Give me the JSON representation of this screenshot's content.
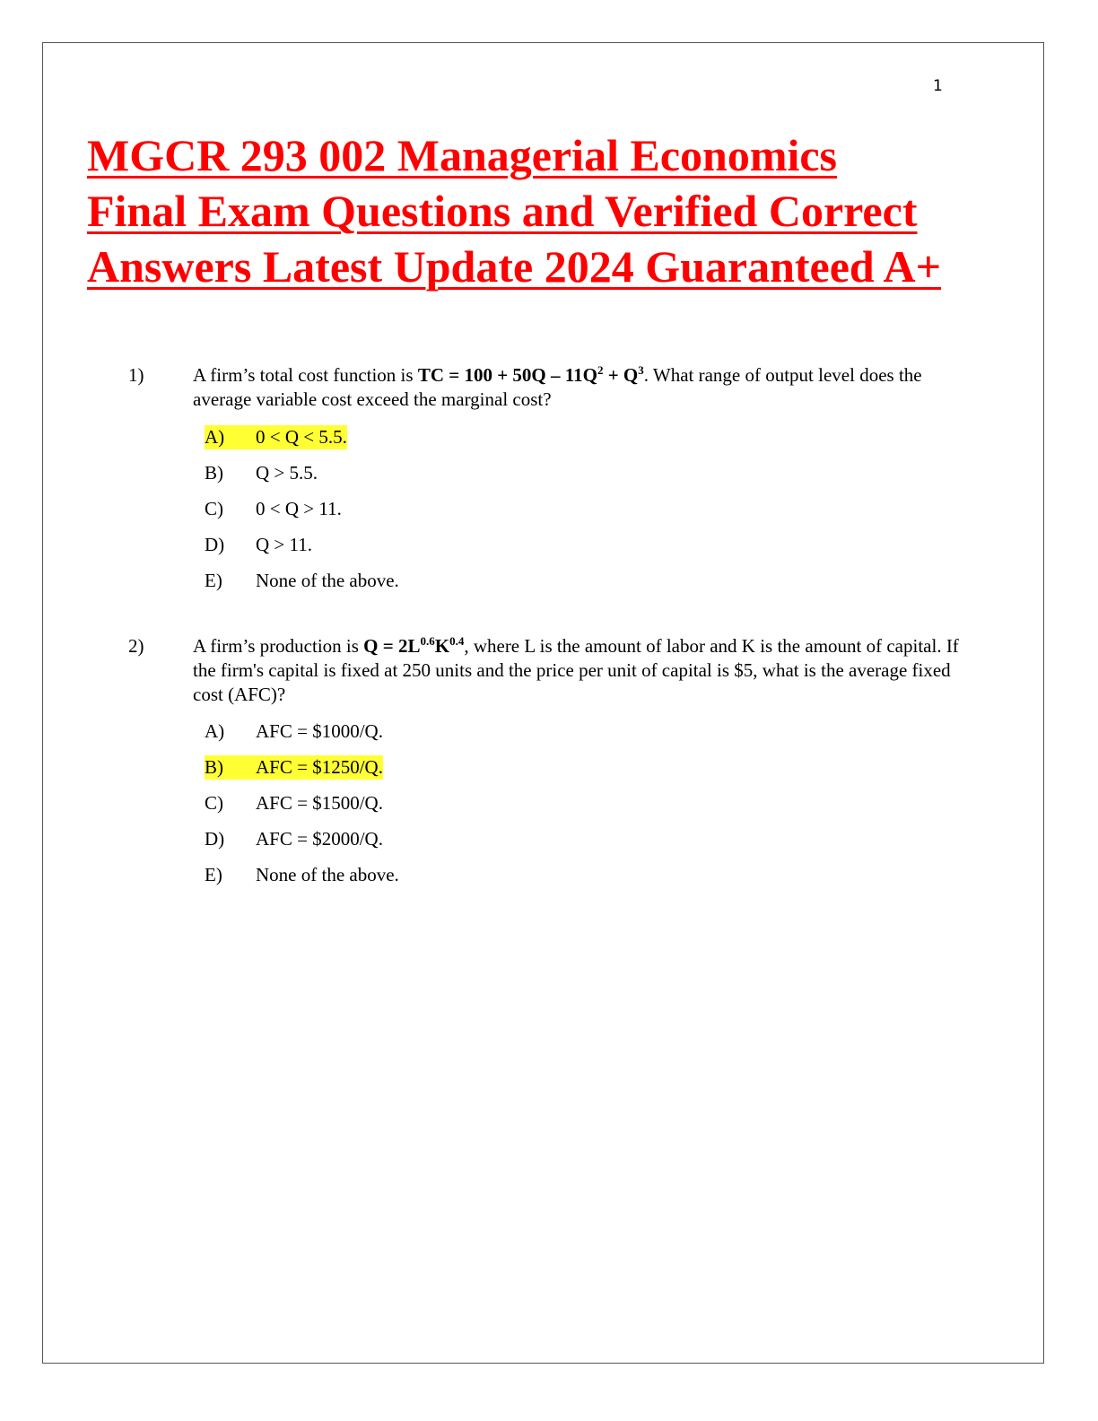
{
  "page": {
    "number": "1"
  },
  "title": {
    "line1": "MGCR 293 002 Managerial Economics ",
    "line2": "Final Exam Questions and Verified Correct ",
    "line3": "Answers Latest Update 2024 Guaranteed A+"
  },
  "questions": [
    {
      "number": "1)",
      "text_parts": {
        "p1": "A firm’s total cost function is ",
        "formula_a": "TC = 100 + 50Q – 11Q",
        "sup_a": "2",
        "formula_b": " + Q",
        "sup_b": "3",
        "p2": ". What range of output level does the average variable cost exceed the marginal cost?"
      },
      "options": [
        {
          "letter": "A)",
          "text": "0 < Q < 5.5.",
          "highlighted": true
        },
        {
          "letter": "B)",
          "text": "Q > 5.5.",
          "highlighted": false
        },
        {
          "letter": "C)",
          "text": "0 < Q > 11.",
          "highlighted": false
        },
        {
          "letter": "D)",
          "text": "Q > 11.",
          "highlighted": false
        },
        {
          "letter": "E)",
          "text": "None of the above.",
          "highlighted": false
        }
      ]
    },
    {
      "number": "2)",
      "text_parts": {
        "p1": "A firm’s production is ",
        "formula_a": "Q = 2L",
        "sup_a": "0.6",
        "formula_b": "K",
        "sup_b": "0.4",
        "p2": ", where L is the amount of labor and K is the amount of capital. If the firm's capital is fixed at 250 units and the price per unit of capital is $5, what is the average fixed cost (AFC)?"
      },
      "options": [
        {
          "letter": "A)",
          "text": "AFC = $1000/Q.",
          "highlighted": false
        },
        {
          "letter": "B)",
          "text": "AFC = $1250/Q.",
          "highlighted": true
        },
        {
          "letter": "C)",
          "text": "AFC = $1500/Q.",
          "highlighted": false
        },
        {
          "letter": "D)",
          "text": "AFC = $2000/Q.",
          "highlighted": false
        },
        {
          "letter": "E)",
          "text": "None of the above.",
          "highlighted": false
        }
      ]
    }
  ],
  "colors": {
    "title": "#ff0000",
    "highlight": "#ffff33"
  }
}
